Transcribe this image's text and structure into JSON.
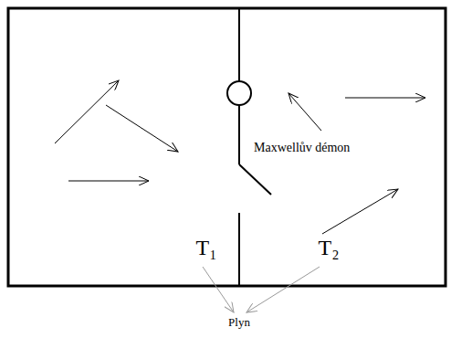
{
  "diagram": {
    "labels": [
      "Maxwellův démon",
      "T₁",
      "T₂",
      "Plyn"
    ]
  }
}
